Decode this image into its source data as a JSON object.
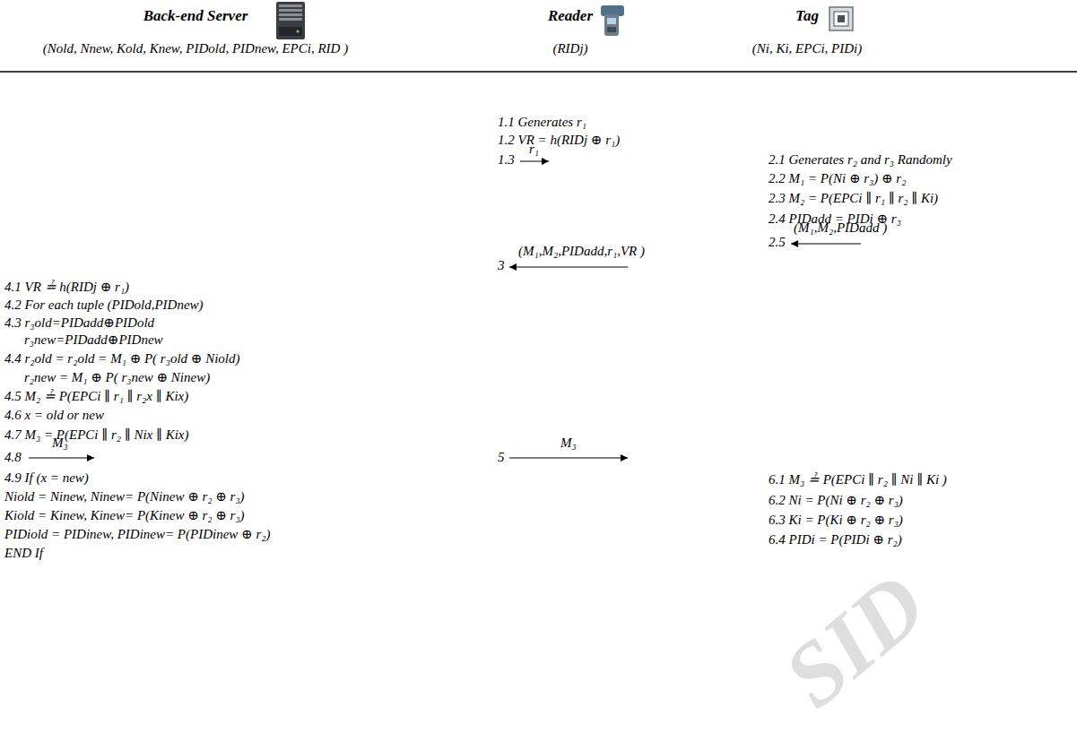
{
  "diagram": {
    "nodes": [
      {
        "text": [
          "Back-end Server",
          "(Nold, Nnew, Kold, Knew, PIDold, PIDnew, EPCi, RID )"
        ]
      },
      {
        "text": [
          "Reader",
          "(RIDj)"
        ]
      },
      {
        "text": [
          "Tag",
          "(Ni, Ki, EPCi, PIDi)"
        ]
      }
    ],
    "labels": [
      "1.1 Generates r₁",
      "1.2 VR = h(RIDj ⊕ r₁)",
      "1.3",
      "r₁",
      "2.1 Generates r₂ and r₃ Randomly",
      "2.2 M₁ = P(Ni ⊕ r₃) ⊕ r₂",
      "2.3 M₂ = P(EPCi ∥ r₁ ∥ r₂ ∥ Ki)",
      "2.4 PIDadd = PIDi ⊕ r₃",
      "2.5",
      "(M₁,M₂,PIDadd )",
      "3",
      "(M₁,M₂,PIDadd,r₁,VR )",
      "4.1 VR ≟ h(RIDj ⊕ r₁)",
      "4.2 For each tuple (PIDold,PIDnew)",
      "4.3 r₃old=PIDadd⊕PIDold",
      "r₃new=PIDadd⊕PIDnew",
      "4.4 r₂old = r₂old = M₁ ⊕ P( r₃old ⊕ Niold)",
      "r₂new = M₁ ⊕ P( r₃new ⊕ Ninew)",
      "4.5 M₂ ≟ P(EPCi ∥ r₁ ∥ r₂x ∥ Kix)",
      "4.6 x = old or new",
      "4.7 M₃ = P(EPCi ∥ r₂ ∥ Nix ∥ Kix)",
      "4.8",
      "M₃",
      "4.9 If (x = new)",
      "Niold = Ninew, Ninew= P(Ninew ⊕ r₂ ⊕ r₃)",
      "Kiold = Kinew, Kinew= P(Kinew ⊕ r₂ ⊕ r₃)",
      "PIDiold = PIDinew, PIDinew= P(PIDinew ⊕ r₂)",
      "END If",
      "5",
      "M₃",
      "6.1 M₃ ≟ P(EPCi ∥ r₂ ∥ Ni ∥ Ki )",
      "6.2 Ni = P(Ni ⊕ r₂ ⊕ r₃)",
      "6.3 Ki = P(Ki ⊕ r₂ ⊕ r₃)",
      "6.4 PIDi = P(PIDi ⊕ r₂)",
      "SID"
    ]
  }
}
